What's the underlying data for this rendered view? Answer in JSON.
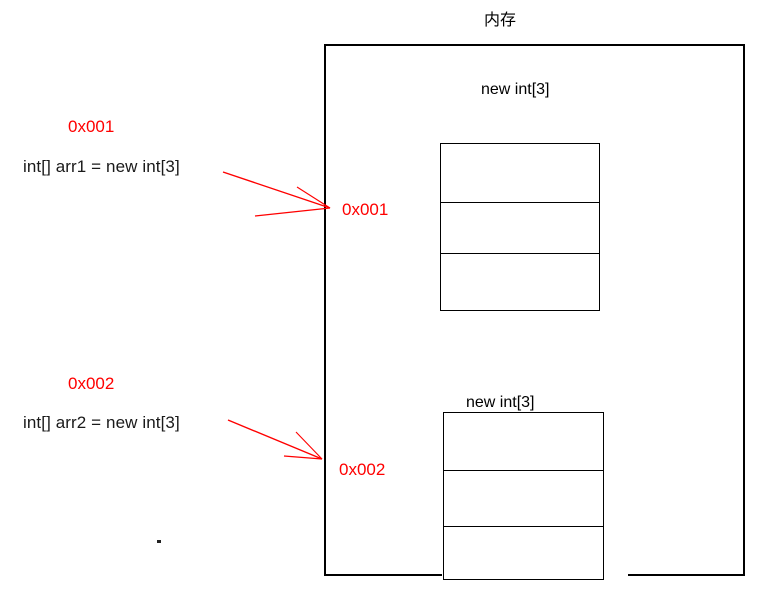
{
  "memory": {
    "title": "内存",
    "allocation_label_1": "new int[3]",
    "allocation_label_2": "new int[3]",
    "address_1": "0x001",
    "address_2": "0x002",
    "array_cells_1": [
      "",
      "",
      ""
    ],
    "array_cells_2": [
      "",
      "",
      ""
    ]
  },
  "declarations": [
    {
      "address": "0x001",
      "code": "int[] arr1 = new int[3]"
    },
    {
      "address": "0x002",
      "code": "int[] arr2 = new int[3]"
    }
  ],
  "colors": {
    "reference": "#ff0000",
    "outline": "#000000",
    "background": "#ffffff"
  }
}
